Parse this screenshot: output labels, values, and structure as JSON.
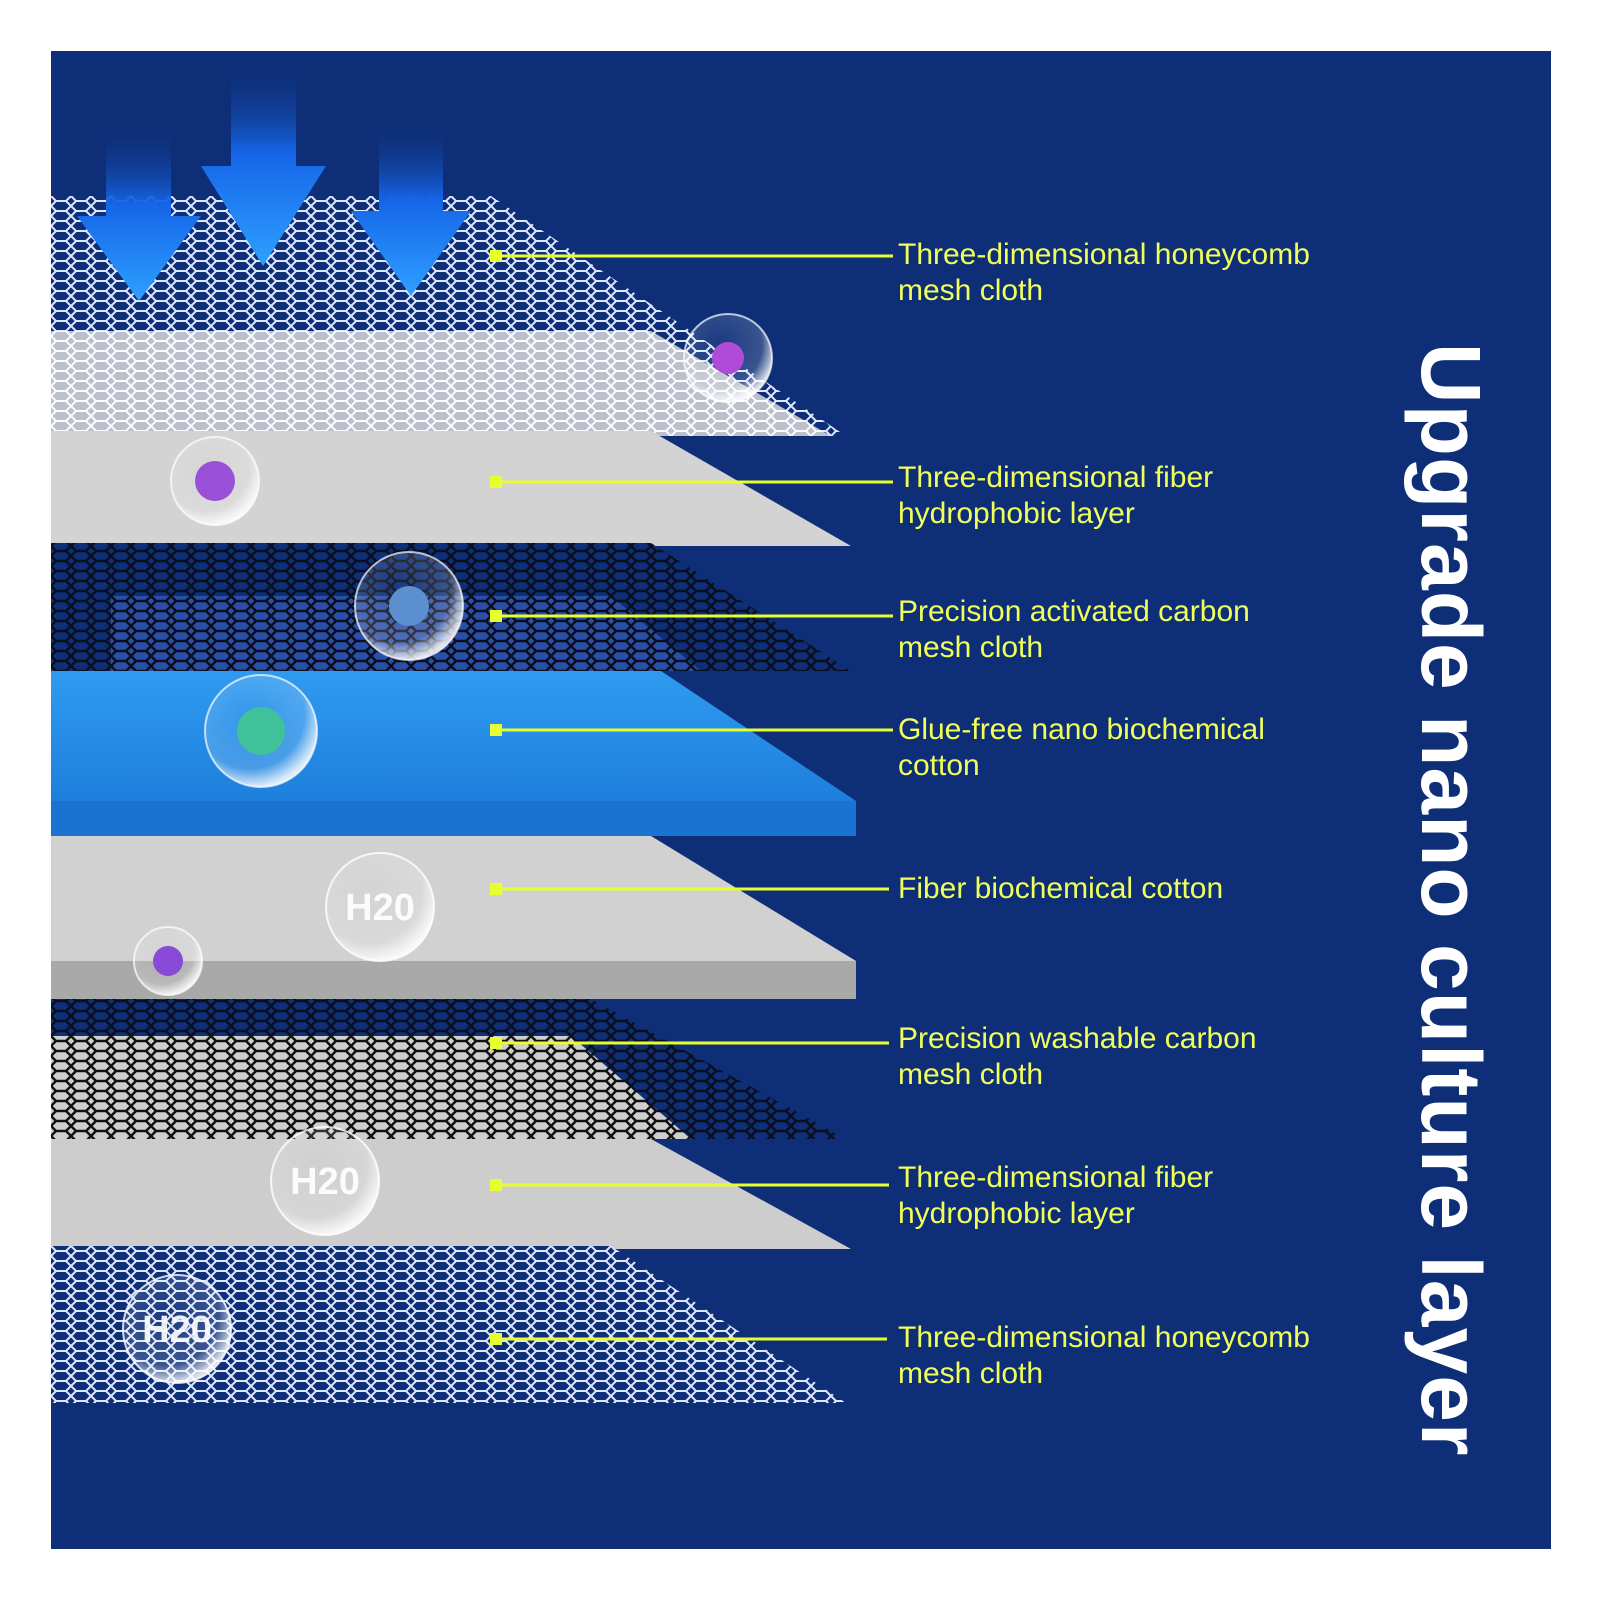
{
  "title": "Upgrade nano culture layer",
  "colors": {
    "background": "#0e2f78",
    "label": "#f1ff5a",
    "leader": "#e7ff2e",
    "arrow": "#1e88ff"
  },
  "layers": [
    {
      "label_line1": "Three-dimensional honeycomb",
      "label_line2": "mesh cloth"
    },
    {
      "label_line1": "Three-dimensional fiber",
      "label_line2": "hydrophobic layer"
    },
    {
      "label_line1": "Precision activated carbon",
      "label_line2": "mesh cloth"
    },
    {
      "label_line1": "Glue-free nano biochemical",
      "label_line2": "cotton"
    },
    {
      "label_line1": "Fiber biochemical cotton",
      "label_line2": ""
    },
    {
      "label_line1": "Precision washable carbon",
      "label_line2": "mesh cloth"
    },
    {
      "label_line1": "Three-dimensional fiber",
      "label_line2": "hydrophobic layer"
    },
    {
      "label_line1": "Three-dimensional honeycomb",
      "label_line2": "mesh cloth"
    }
  ],
  "bubbles": [
    {
      "icon": "virus-bubble-icon"
    },
    {
      "icon": "virus-bubble-icon"
    },
    {
      "icon": "virus-bubble-icon"
    },
    {
      "icon": "virus-bubble-icon"
    },
    {
      "icon": "virus-bubble-icon"
    },
    {
      "text": "H20"
    },
    {
      "text": "H20"
    },
    {
      "text": "H20"
    }
  ]
}
